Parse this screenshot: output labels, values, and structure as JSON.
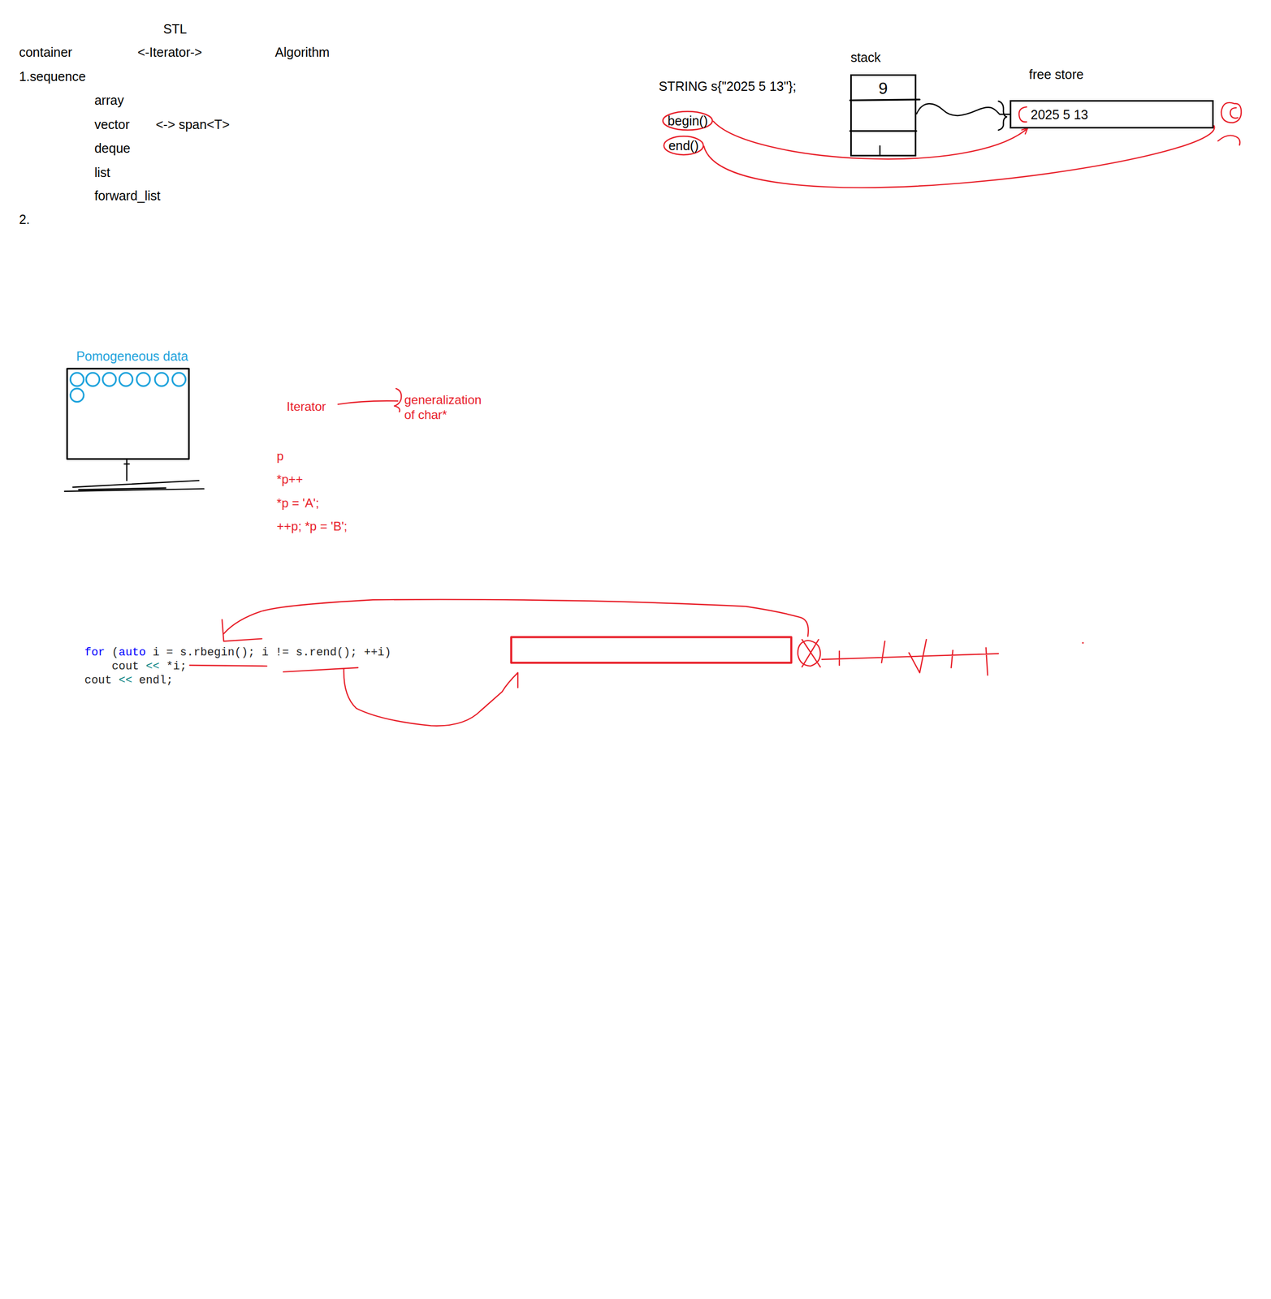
{
  "diagram": {
    "nodes": [
      {
        "text": [
          "stack",
          "9"
        ]
      },
      {
        "text": [
          "free store",
          "2025 5 13"
        ]
      },
      {
        "text": [
          "begin()"
        ]
      },
      {
        "text": [
          "end()"
        ]
      }
    ],
    "edges": [
      {
        "from": 0,
        "to": 1,
        "arrow": "none"
      },
      {
        "from": 2,
        "to": 1,
        "arrow": "to"
      },
      {
        "from": 3,
        "to": 1,
        "arrow": "none"
      }
    ],
    "labels": [
      "STL",
      "container",
      "<-Iterator->",
      "Algorithm",
      "1.sequence",
      "array",
      "vector",
      "<-> span<T>",
      "deque",
      "list",
      "forward_list",
      "2.",
      "STRING s{\"2025 5 13\"};",
      "Pomogeneous data",
      "Iterator",
      "generalization of char*",
      "p",
      "*p++",
      "*p = 'A';",
      "++p; *p = 'B';",
      "for",
      "(",
      "auto",
      "i = s.rbegin(); i != s.rend(); ++i)",
      "cout",
      "<<",
      "*i;",
      "cout",
      "<<",
      "endl;"
    ]
  }
}
